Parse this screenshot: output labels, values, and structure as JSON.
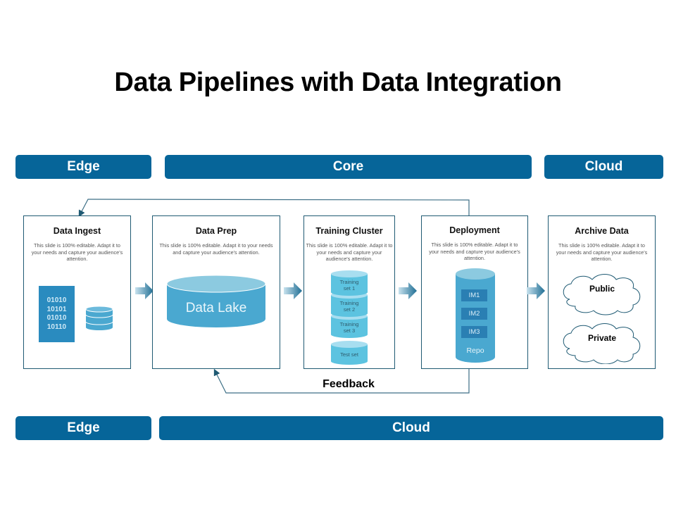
{
  "title": "Data Pipelines with Data Integration",
  "colors": {
    "band": "#066599",
    "box_border": "#1f5a73",
    "cylinder_top": "#8ccae0",
    "cylinder_body": "#4aa8d0",
    "training_top": "#a8def0",
    "training_body": "#5cc3e0",
    "binary_block": "#2a8bbf"
  },
  "top_bands": [
    {
      "label": "Edge"
    },
    {
      "label": "Core"
    },
    {
      "label": "Cloud"
    }
  ],
  "bottom_bands": [
    {
      "label": "Edge"
    },
    {
      "label": "Cloud"
    }
  ],
  "stages": [
    {
      "title": "Data Ingest",
      "desc": "This slide is 100% editable. Adapt it to your needs and capture your audience's attention.",
      "binary_lines": [
        "01010",
        "10101",
        "01010",
        "10110"
      ]
    },
    {
      "title": "Data Prep",
      "desc": "This slide is 100% editable. Adapt it to your needs and capture your audience's attention.",
      "cylinder_label": "Data Lake"
    },
    {
      "title": "Training Cluster",
      "desc": "This slide is 100% editable. Adapt it to your needs and capture your audience's attention.",
      "sets": [
        {
          "line1": "Training",
          "line2": "set 1"
        },
        {
          "line1": "Training",
          "line2": "set 2"
        },
        {
          "line1": "Training",
          "line2": "set 3"
        },
        {
          "line1": "Test set",
          "line2": ""
        }
      ]
    },
    {
      "title": "Deployment",
      "desc": "This slide is 100% editable. Adapt it to your needs and capture your audience's attention.",
      "images": [
        "IM1",
        "IM2",
        "IM3"
      ],
      "repo_label": "Repo"
    },
    {
      "title": "Archive Data",
      "desc": "This slide is 100% editable. Adapt it to your needs and capture your audience's attention.",
      "clouds": [
        "Public",
        "Private"
      ]
    }
  ],
  "feedback_label": "Feedback"
}
